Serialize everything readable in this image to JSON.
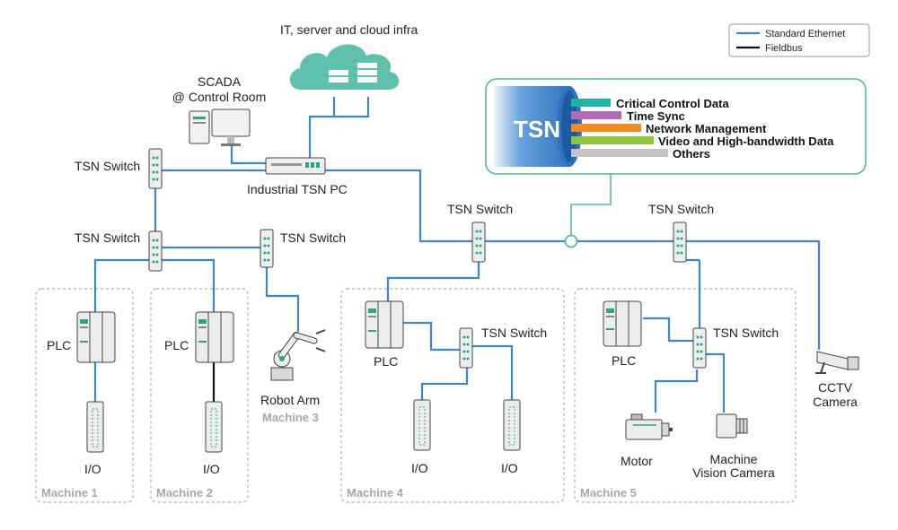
{
  "legend": {
    "items": [
      {
        "label": "Standard Ethernet",
        "color": "#3b87c8"
      },
      {
        "label": "Fieldbus",
        "color": "#111111"
      }
    ]
  },
  "cloud": {
    "label": "IT, server and cloud infra"
  },
  "scada": {
    "line1": "SCADA",
    "line2": "@ Control Room"
  },
  "industrial_pc": {
    "label": "Industrial TSN PC"
  },
  "switches": {
    "top_left": "TSN Switch",
    "mid_left": "TSN Switch",
    "robot": "TSN Switch",
    "center": "TSN Switch",
    "right": "TSN Switch",
    "machine4": "TSN Switch",
    "machine5": "TSN Switch"
  },
  "tsn_box": {
    "badge": "TSN",
    "categories": [
      {
        "label": "Critical Control Data",
        "color": "#1fb2a6"
      },
      {
        "label": "Time Sync",
        "color": "#b36bb8"
      },
      {
        "label": "Network Management",
        "color": "#f08a24"
      },
      {
        "label": "Video and High-bandwidth Data",
        "color": "#8cc63f"
      },
      {
        "label": "Others",
        "color": "#c4c4c4"
      }
    ]
  },
  "devices": {
    "plc_m1": "PLC",
    "plc_m2": "PLC",
    "plc_m4": "PLC",
    "plc_m5": "PLC",
    "io_m1": "I/O",
    "io_m2": "I/O",
    "io_m4a": "I/O",
    "io_m4b": "I/O",
    "robot_arm": "Robot Arm",
    "motor": "Motor",
    "vision_line1": "Machine",
    "vision_line2": "Vision Camera",
    "cctv_line1": "CCTV",
    "cctv_line2": "Camera"
  },
  "groups": {
    "machine1": "Machine 1",
    "machine2": "Machine 2",
    "machine3": "Machine 3",
    "machine4": "Machine 4",
    "machine5": "Machine 5"
  }
}
